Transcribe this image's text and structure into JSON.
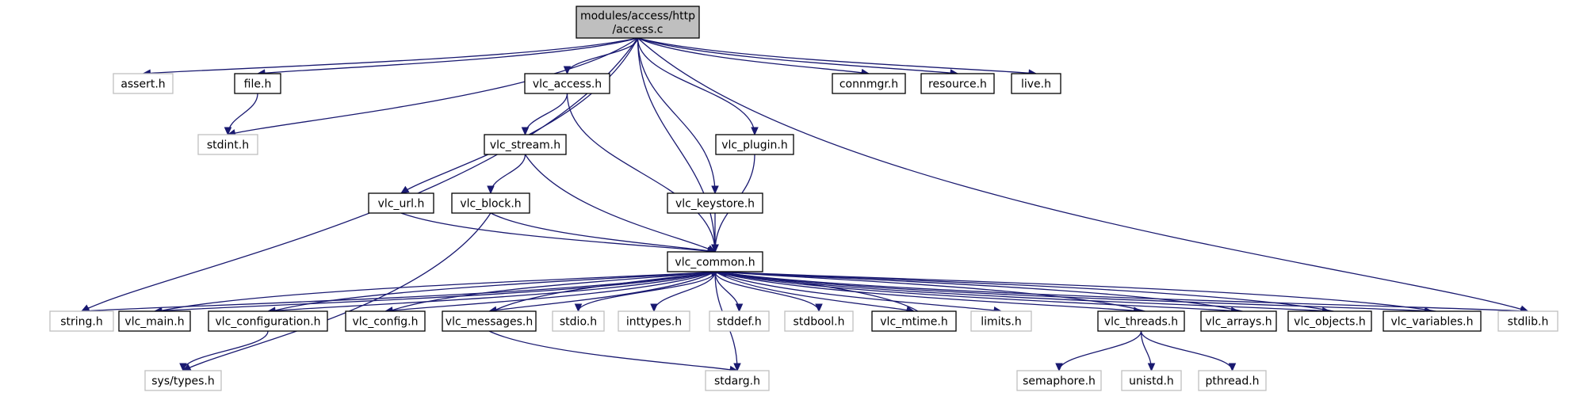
{
  "colors": {
    "edge": "#191970",
    "root_fill": "#bfbfbf",
    "root_border": "#000000",
    "documented_border": "#000000",
    "system_border": "#bfbfbf",
    "text": "#000000"
  },
  "nodes": [
    {
      "id": "access_c",
      "lines": [
        "modules/access/http",
        "/access.c"
      ],
      "kind": "root"
    },
    {
      "id": "assert_h",
      "lines": [
        "assert.h"
      ],
      "kind": "system"
    },
    {
      "id": "file_h",
      "lines": [
        "file.h"
      ],
      "kind": "local"
    },
    {
      "id": "stdint_h",
      "lines": [
        "stdint.h"
      ],
      "kind": "system"
    },
    {
      "id": "vlc_access_h",
      "lines": [
        "vlc_access.h"
      ],
      "kind": "local"
    },
    {
      "id": "connmgr_h",
      "lines": [
        "connmgr.h"
      ],
      "kind": "local"
    },
    {
      "id": "resource_h",
      "lines": [
        "resource.h"
      ],
      "kind": "local"
    },
    {
      "id": "live_h",
      "lines": [
        "live.h"
      ],
      "kind": "local"
    },
    {
      "id": "vlc_stream_h",
      "lines": [
        "vlc_stream.h"
      ],
      "kind": "local"
    },
    {
      "id": "vlc_plugin_h",
      "lines": [
        "vlc_plugin.h"
      ],
      "kind": "local"
    },
    {
      "id": "vlc_url_h",
      "lines": [
        "vlc_url.h"
      ],
      "kind": "local"
    },
    {
      "id": "vlc_block_h",
      "lines": [
        "vlc_block.h"
      ],
      "kind": "local"
    },
    {
      "id": "vlc_keystore_h",
      "lines": [
        "vlc_keystore.h"
      ],
      "kind": "local"
    },
    {
      "id": "vlc_common_h",
      "lines": [
        "vlc_common.h"
      ],
      "kind": "local"
    },
    {
      "id": "string_h",
      "lines": [
        "string.h"
      ],
      "kind": "system"
    },
    {
      "id": "vlc_main_h",
      "lines": [
        "vlc_main.h"
      ],
      "kind": "local"
    },
    {
      "id": "vlc_configuration_h",
      "lines": [
        "vlc_configuration.h"
      ],
      "kind": "local"
    },
    {
      "id": "vlc_config_h",
      "lines": [
        "vlc_config.h"
      ],
      "kind": "local"
    },
    {
      "id": "vlc_messages_h",
      "lines": [
        "vlc_messages.h"
      ],
      "kind": "local"
    },
    {
      "id": "stdio_h",
      "lines": [
        "stdio.h"
      ],
      "kind": "system"
    },
    {
      "id": "inttypes_h",
      "lines": [
        "inttypes.h"
      ],
      "kind": "system"
    },
    {
      "id": "stddef_h",
      "lines": [
        "stddef.h"
      ],
      "kind": "system"
    },
    {
      "id": "stdbool_h",
      "lines": [
        "stdbool.h"
      ],
      "kind": "system"
    },
    {
      "id": "vlc_mtime_h",
      "lines": [
        "vlc_mtime.h"
      ],
      "kind": "local"
    },
    {
      "id": "limits_h",
      "lines": [
        "limits.h"
      ],
      "kind": "system"
    },
    {
      "id": "vlc_threads_h",
      "lines": [
        "vlc_threads.h"
      ],
      "kind": "local"
    },
    {
      "id": "vlc_arrays_h",
      "lines": [
        "vlc_arrays.h"
      ],
      "kind": "local"
    },
    {
      "id": "vlc_objects_h",
      "lines": [
        "vlc_objects.h"
      ],
      "kind": "local"
    },
    {
      "id": "vlc_variables_h",
      "lines": [
        "vlc_variables.h"
      ],
      "kind": "local"
    },
    {
      "id": "stdlib_h",
      "lines": [
        "stdlib.h"
      ],
      "kind": "system"
    },
    {
      "id": "sys_types_h",
      "lines": [
        "sys/types.h"
      ],
      "kind": "system"
    },
    {
      "id": "stdarg_h",
      "lines": [
        "stdarg.h"
      ],
      "kind": "system"
    },
    {
      "id": "semaphore_h",
      "lines": [
        "semaphore.h"
      ],
      "kind": "system"
    },
    {
      "id": "unistd_h",
      "lines": [
        "unistd.h"
      ],
      "kind": "system"
    },
    {
      "id": "pthread_h",
      "lines": [
        "pthread.h"
      ],
      "kind": "system"
    }
  ],
  "edges": [
    [
      "access_c",
      "assert_h"
    ],
    [
      "access_c",
      "file_h"
    ],
    [
      "access_c",
      "stdint_h"
    ],
    [
      "access_c",
      "vlc_access_h"
    ],
    [
      "access_c",
      "connmgr_h"
    ],
    [
      "access_c",
      "resource_h"
    ],
    [
      "access_c",
      "live_h"
    ],
    [
      "access_c",
      "vlc_url_h"
    ],
    [
      "access_c",
      "string_h"
    ],
    [
      "access_c",
      "vlc_common_h"
    ],
    [
      "access_c",
      "vlc_keystore_h"
    ],
    [
      "access_c",
      "vlc_plugin_h"
    ],
    [
      "access_c",
      "stdlib_h"
    ],
    [
      "file_h",
      "stdint_h"
    ],
    [
      "vlc_access_h",
      "vlc_stream_h"
    ],
    [
      "vlc_access_h",
      "vlc_common_h"
    ],
    [
      "vlc_stream_h",
      "vlc_block_h"
    ],
    [
      "vlc_stream_h",
      "vlc_common_h"
    ],
    [
      "vlc_plugin_h",
      "vlc_common_h"
    ],
    [
      "vlc_url_h",
      "vlc_common_h"
    ],
    [
      "vlc_block_h",
      "vlc_common_h"
    ],
    [
      "vlc_block_h",
      "sys_types_h"
    ],
    [
      "vlc_keystore_h",
      "vlc_common_h"
    ],
    [
      "vlc_common_h",
      "string_h"
    ],
    [
      "vlc_common_h",
      "vlc_main_h"
    ],
    [
      "vlc_common_h",
      "vlc_configuration_h"
    ],
    [
      "vlc_common_h",
      "vlc_config_h"
    ],
    [
      "vlc_common_h",
      "vlc_messages_h"
    ],
    [
      "vlc_common_h",
      "stdio_h"
    ],
    [
      "vlc_common_h",
      "inttypes_h"
    ],
    [
      "vlc_common_h",
      "stddef_h"
    ],
    [
      "vlc_common_h",
      "stdbool_h"
    ],
    [
      "vlc_common_h",
      "vlc_mtime_h"
    ],
    [
      "vlc_common_h",
      "stdarg_h"
    ],
    [
      "vlc_common_h",
      "limits_h"
    ],
    [
      "vlc_common_h",
      "vlc_threads_h"
    ],
    [
      "vlc_common_h",
      "vlc_arrays_h"
    ],
    [
      "vlc_common_h",
      "vlc_objects_h"
    ],
    [
      "vlc_common_h",
      "vlc_variables_h"
    ],
    [
      "vlc_common_h",
      "stdlib_h"
    ],
    [
      "vlc_main_h",
      "vlc_common_h"
    ],
    [
      "vlc_configuration_h",
      "vlc_common_h"
    ],
    [
      "vlc_configuration_h",
      "sys_types_h"
    ],
    [
      "vlc_config_h",
      "vlc_common_h"
    ],
    [
      "vlc_messages_h",
      "vlc_common_h"
    ],
    [
      "vlc_messages_h",
      "stdarg_h"
    ],
    [
      "vlc_mtime_h",
      "vlc_common_h"
    ],
    [
      "vlc_threads_h",
      "vlc_common_h"
    ],
    [
      "vlc_threads_h",
      "semaphore_h"
    ],
    [
      "vlc_threads_h",
      "unistd_h"
    ],
    [
      "vlc_threads_h",
      "pthread_h"
    ],
    [
      "vlc_arrays_h",
      "vlc_common_h"
    ],
    [
      "vlc_objects_h",
      "vlc_common_h"
    ],
    [
      "vlc_variables_h",
      "vlc_common_h"
    ]
  ]
}
